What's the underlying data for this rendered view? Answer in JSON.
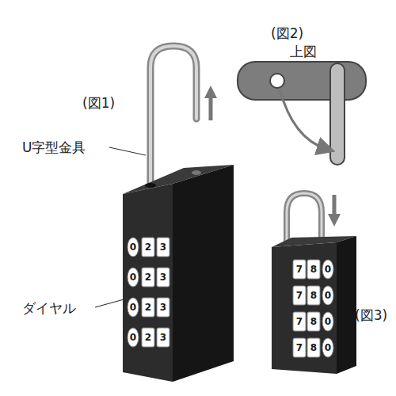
{
  "diagram": {
    "labels": [
      "(図1)",
      "U字型金具",
      "ダイヤル",
      "(図2)",
      "上図",
      "(図3)",
      "0",
      "2",
      "3",
      "0",
      "2",
      "3",
      "0",
      "2",
      "3",
      "0",
      "2",
      "3",
      "7",
      "8",
      "0",
      "7",
      "8",
      "0",
      "7",
      "8",
      "0",
      "7",
      "8",
      "0"
    ]
  }
}
